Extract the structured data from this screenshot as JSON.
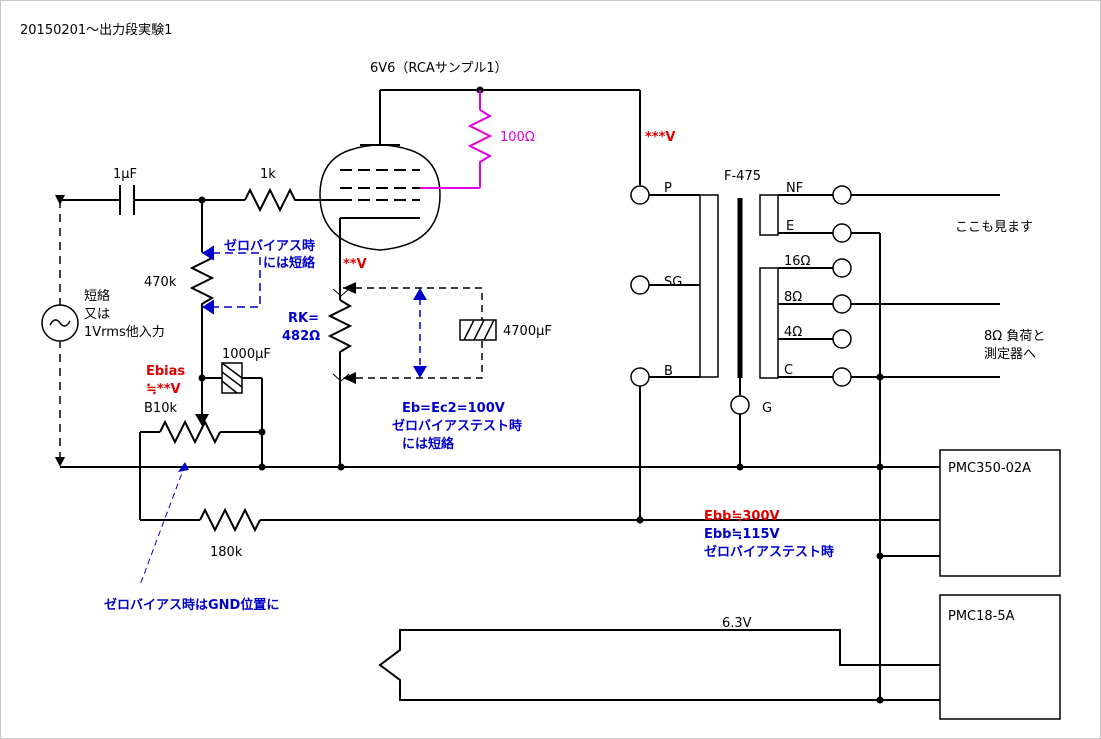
{
  "title": "20150201～出力段実験1",
  "tube": {
    "label": "6V6（RCAサンプル1）"
  },
  "screen_resistor": "100Ω",
  "plate_voltage": "***V",
  "cathode_voltage": "**V",
  "transformer": {
    "name": "F-475",
    "primary_terminals": [
      "P",
      "SG",
      "B"
    ],
    "secondary_terminals": [
      "NF",
      "E",
      "16Ω",
      "8Ω",
      "4Ω",
      "C"
    ],
    "ground_terminal": "G"
  },
  "nf_note": "ここも見ます",
  "load_note": {
    "line1": "8Ω 負荷と",
    "line2": "測定器へ"
  },
  "input": {
    "cap": "1μF",
    "series_resistor": "1k",
    "grid_resistor": "470k",
    "source_line1": "短絡",
    "source_line2": "又は",
    "source_line3": "1Vrms他入力"
  },
  "zero_bias_short": {
    "line1": "ゼロバイアス時",
    "line2": "には短絡"
  },
  "cathode": {
    "rk_line1": "RK=",
    "rk_line2": "482Ω",
    "bypass_cap": "4700μF"
  },
  "bias": {
    "ebias_label": "Ebias",
    "ebias_value": "≒**V",
    "cap": "1000μF",
    "pot": "B10k",
    "series_resistor": "180k",
    "note": "ゼロバイアス時はGND位置に"
  },
  "test_note": {
    "line1": "Eb=Ec2=100V",
    "line2": "ゼロバイアステスト時",
    "line3": "には短絡"
  },
  "supply": {
    "ebb_normal": "Ebb≒300V",
    "ebb_test": "Ebb≒115V",
    "test_label": "ゼロバイアステスト時",
    "hv_unit": "PMC350-02A",
    "heater_unit": "PMC18-5A",
    "heater_voltage": "6.3V"
  },
  "colors": {
    "red": "#e00000",
    "blue": "#0000cc",
    "pink": "#e000e0",
    "wire": "#000000"
  }
}
